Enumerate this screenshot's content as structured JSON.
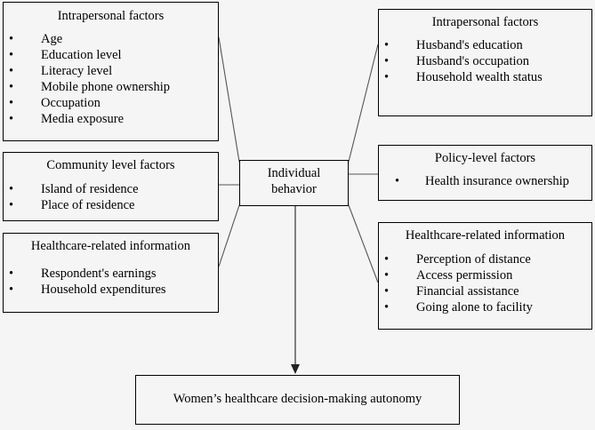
{
  "left_boxes": [
    {
      "title": "Intrapersonal factors",
      "bullet": "•",
      "items": [
        "Age",
        "Education level",
        "Literacy level",
        "Mobile phone ownership",
        "Occupation",
        "Media exposure"
      ]
    },
    {
      "title": "Community level factors",
      "bullet": "•",
      "items": [
        "Island of residence",
        "Place of residence"
      ]
    },
    {
      "title": "Healthcare-related information",
      "bullet": "•",
      "items": [
        "Respondent's earnings",
        "Household expenditures"
      ]
    }
  ],
  "center": {
    "line1": "Individual",
    "line2": "behavior"
  },
  "right_boxes": [
    {
      "title": "Intrapersonal factors",
      "bullet": "•",
      "items": [
        "Husband's education",
        "Husband's occupation",
        "Household wealth status"
      ]
    },
    {
      "title": "Policy-level factors",
      "bullet": "•",
      "items": [
        "Health insurance ownership"
      ]
    },
    {
      "title": "Healthcare-related information",
      "bullet": "•",
      "items": [
        "Perception of distance",
        "Access permission",
        "Financial assistance",
        "Going alone to facility"
      ]
    }
  ],
  "outcome": {
    "label": "Women’s healthcare decision-making autonomy"
  }
}
